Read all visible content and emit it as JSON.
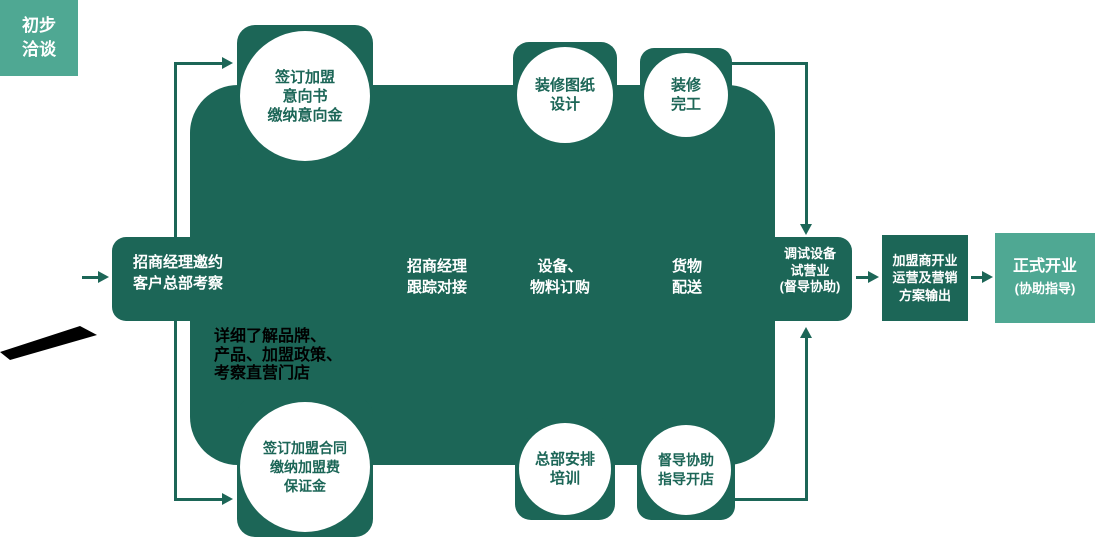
{
  "diagram": {
    "title_semantic": "franchise joining process flow",
    "start_box": {
      "lines": [
        "初步",
        "洽谈"
      ]
    },
    "left_tab": {
      "lines": [
        "招商经理邀约",
        "客户总部考察"
      ]
    },
    "panel_steps": {
      "follow": {
        "lines": [
          "招商经理",
          "跟踪对接"
        ]
      },
      "equipment": {
        "lines": [
          "设备、",
          "物料订购"
        ]
      },
      "delivery": {
        "lines": [
          "货物",
          "配送"
        ]
      }
    },
    "right_tab": {
      "lines": [
        "调试设备",
        "试营业",
        "(督导协助)"
      ]
    },
    "top_circles": [
      {
        "id": "sign-intent",
        "lines": [
          "签订加盟",
          "意向书",
          "缴纳意向金"
        ]
      },
      {
        "id": "design",
        "lines": [
          "装修图纸",
          "设计"
        ]
      },
      {
        "id": "renovation-done",
        "lines": [
          "装修",
          "完工"
        ]
      }
    ],
    "bottom_circles": [
      {
        "id": "sign-contract",
        "lines": [
          "签订加盟合同",
          "缴纳加盟费",
          "保证金"
        ]
      },
      {
        "id": "training",
        "lines": [
          "总部安排",
          "培训"
        ]
      },
      {
        "id": "supervision",
        "lines": [
          "督导协助",
          "指导开店"
        ]
      }
    ],
    "opening_box": {
      "lines": [
        "加盟商开业",
        "运营及营销",
        "方案输出"
      ]
    },
    "final_box": {
      "lines": [
        "正式开业",
        "(协助指导)"
      ]
    },
    "annotation": {
      "lines": [
        "详细了解品牌、",
        "产品、加盟政策、",
        "考察直营门店"
      ]
    },
    "colors": {
      "dark_teal": "#1c6657",
      "light_green": "#4fa893",
      "text_on_dark": "#ffffff",
      "annotation_black": "#000000"
    }
  }
}
